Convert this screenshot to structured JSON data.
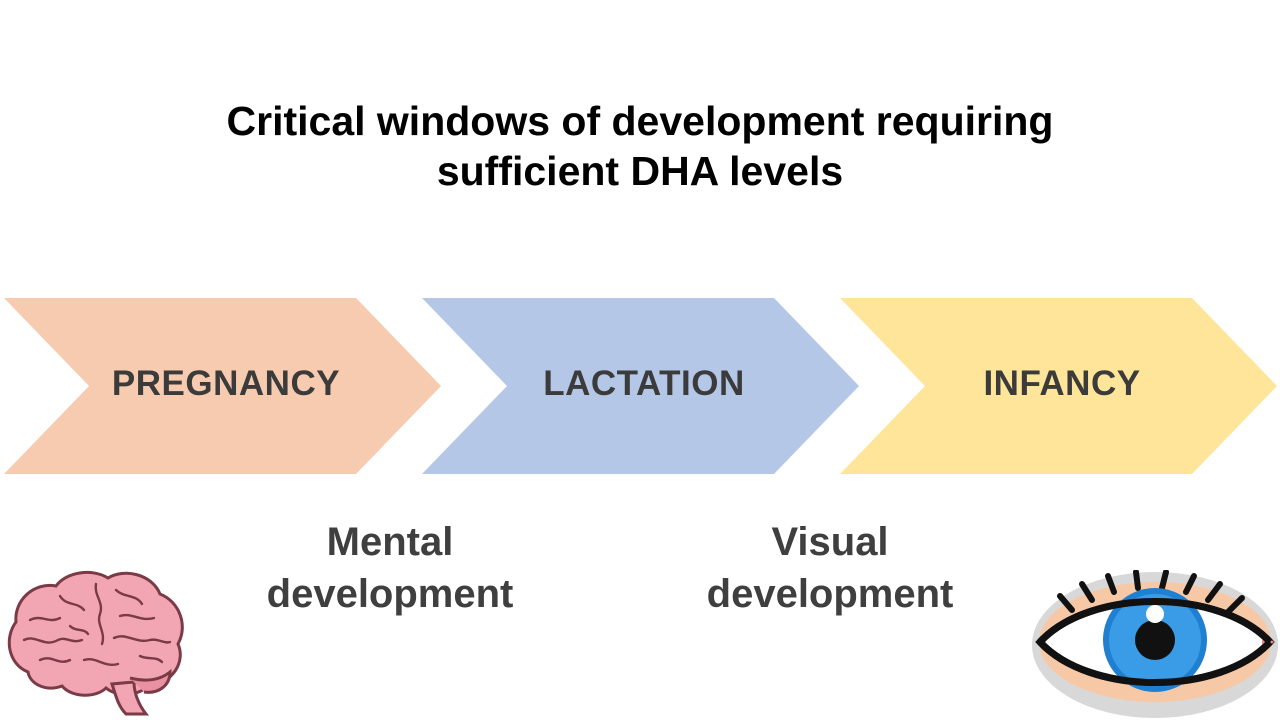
{
  "title": {
    "line1": "Critical windows of development requiring",
    "line2": "sufficient DHA levels"
  },
  "stages": [
    {
      "label": "PREGNANCY",
      "color": "#f7cbb0"
    },
    {
      "label": "LACTATION",
      "color": "#b4c7e7"
    },
    {
      "label": "INFANCY",
      "color": "#fee599"
    }
  ],
  "captions": {
    "mental": {
      "line1": "Mental",
      "line2": "development"
    },
    "visual": {
      "line1": "Visual",
      "line2": "development"
    }
  },
  "icons": {
    "brain": "brain-icon",
    "eye": "eye-icon"
  }
}
